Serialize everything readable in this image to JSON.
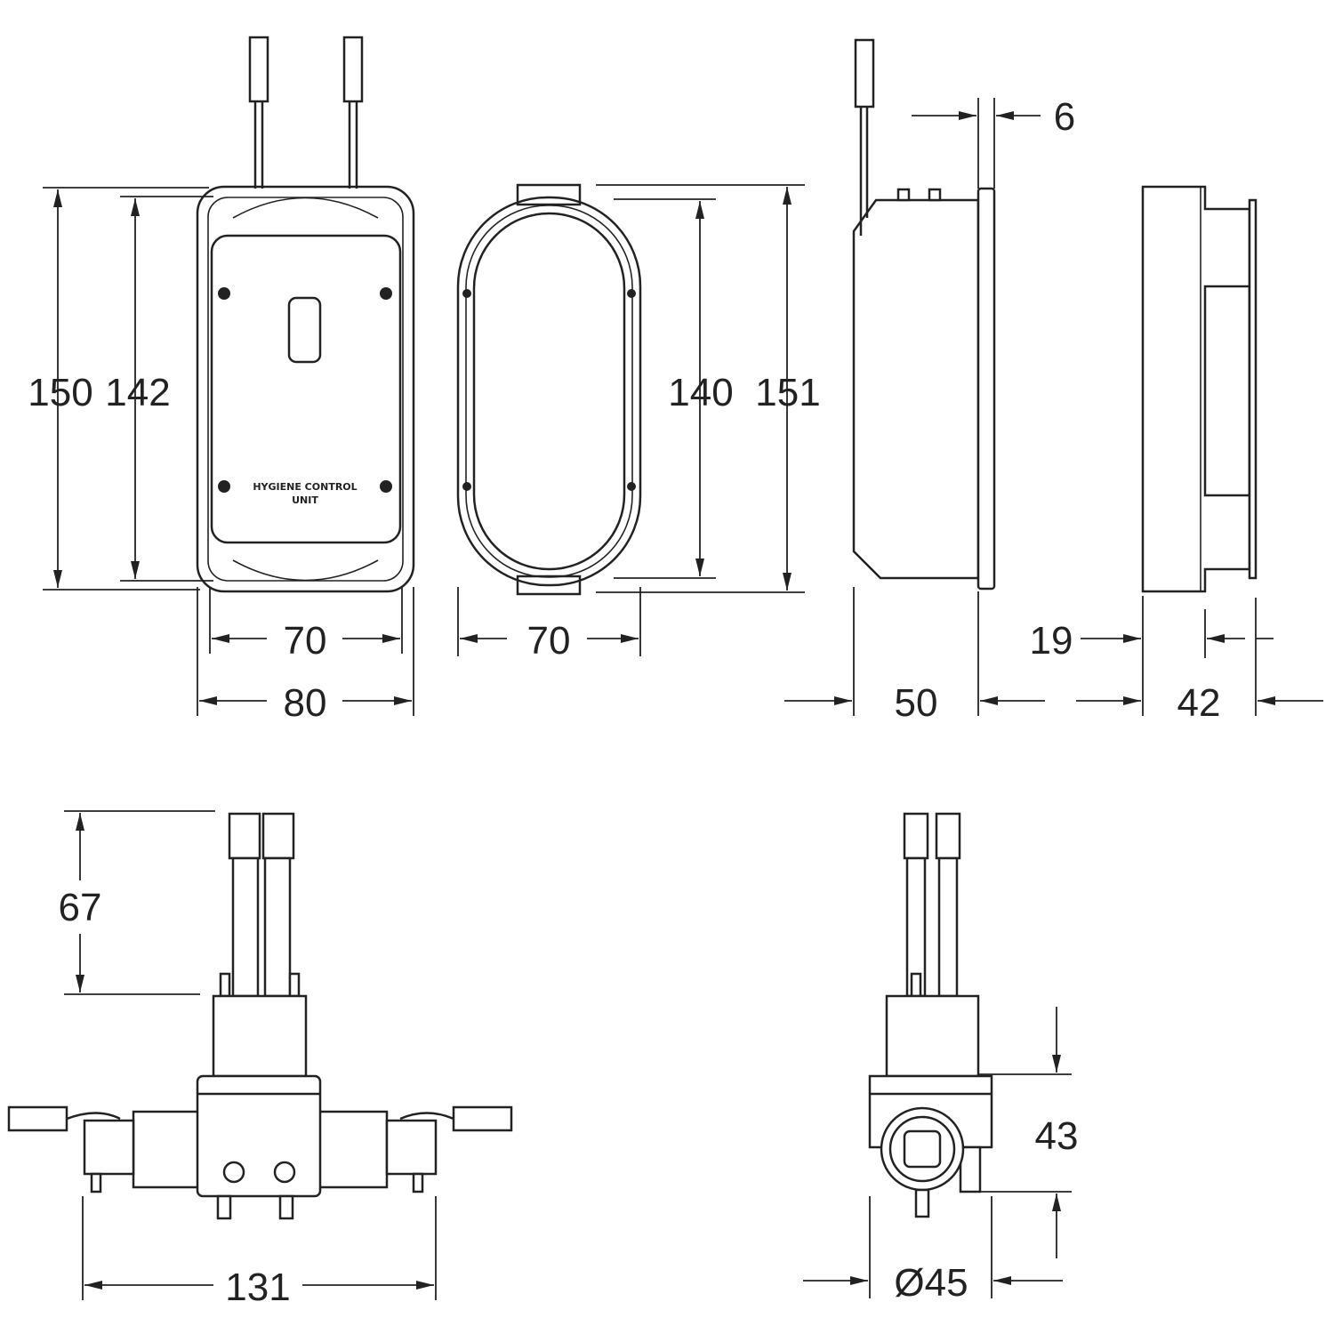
{
  "drawing": {
    "front_view": {
      "height_outer": "150",
      "height_inner": "142",
      "width_inner": "70",
      "width_outer": "80",
      "label_line1": "HYGIENE CONTROL",
      "label_line2": "UNIT"
    },
    "frame_view": {
      "width": "70",
      "height_inner": "140",
      "height_outer": "151"
    },
    "side_view": {
      "flange": "6",
      "depth": "50"
    },
    "box_view": {
      "offset": "19",
      "depth": "42"
    },
    "valve_front": {
      "height": "67",
      "width": "131"
    },
    "valve_side": {
      "height": "43",
      "diameter": "Ø45"
    }
  }
}
